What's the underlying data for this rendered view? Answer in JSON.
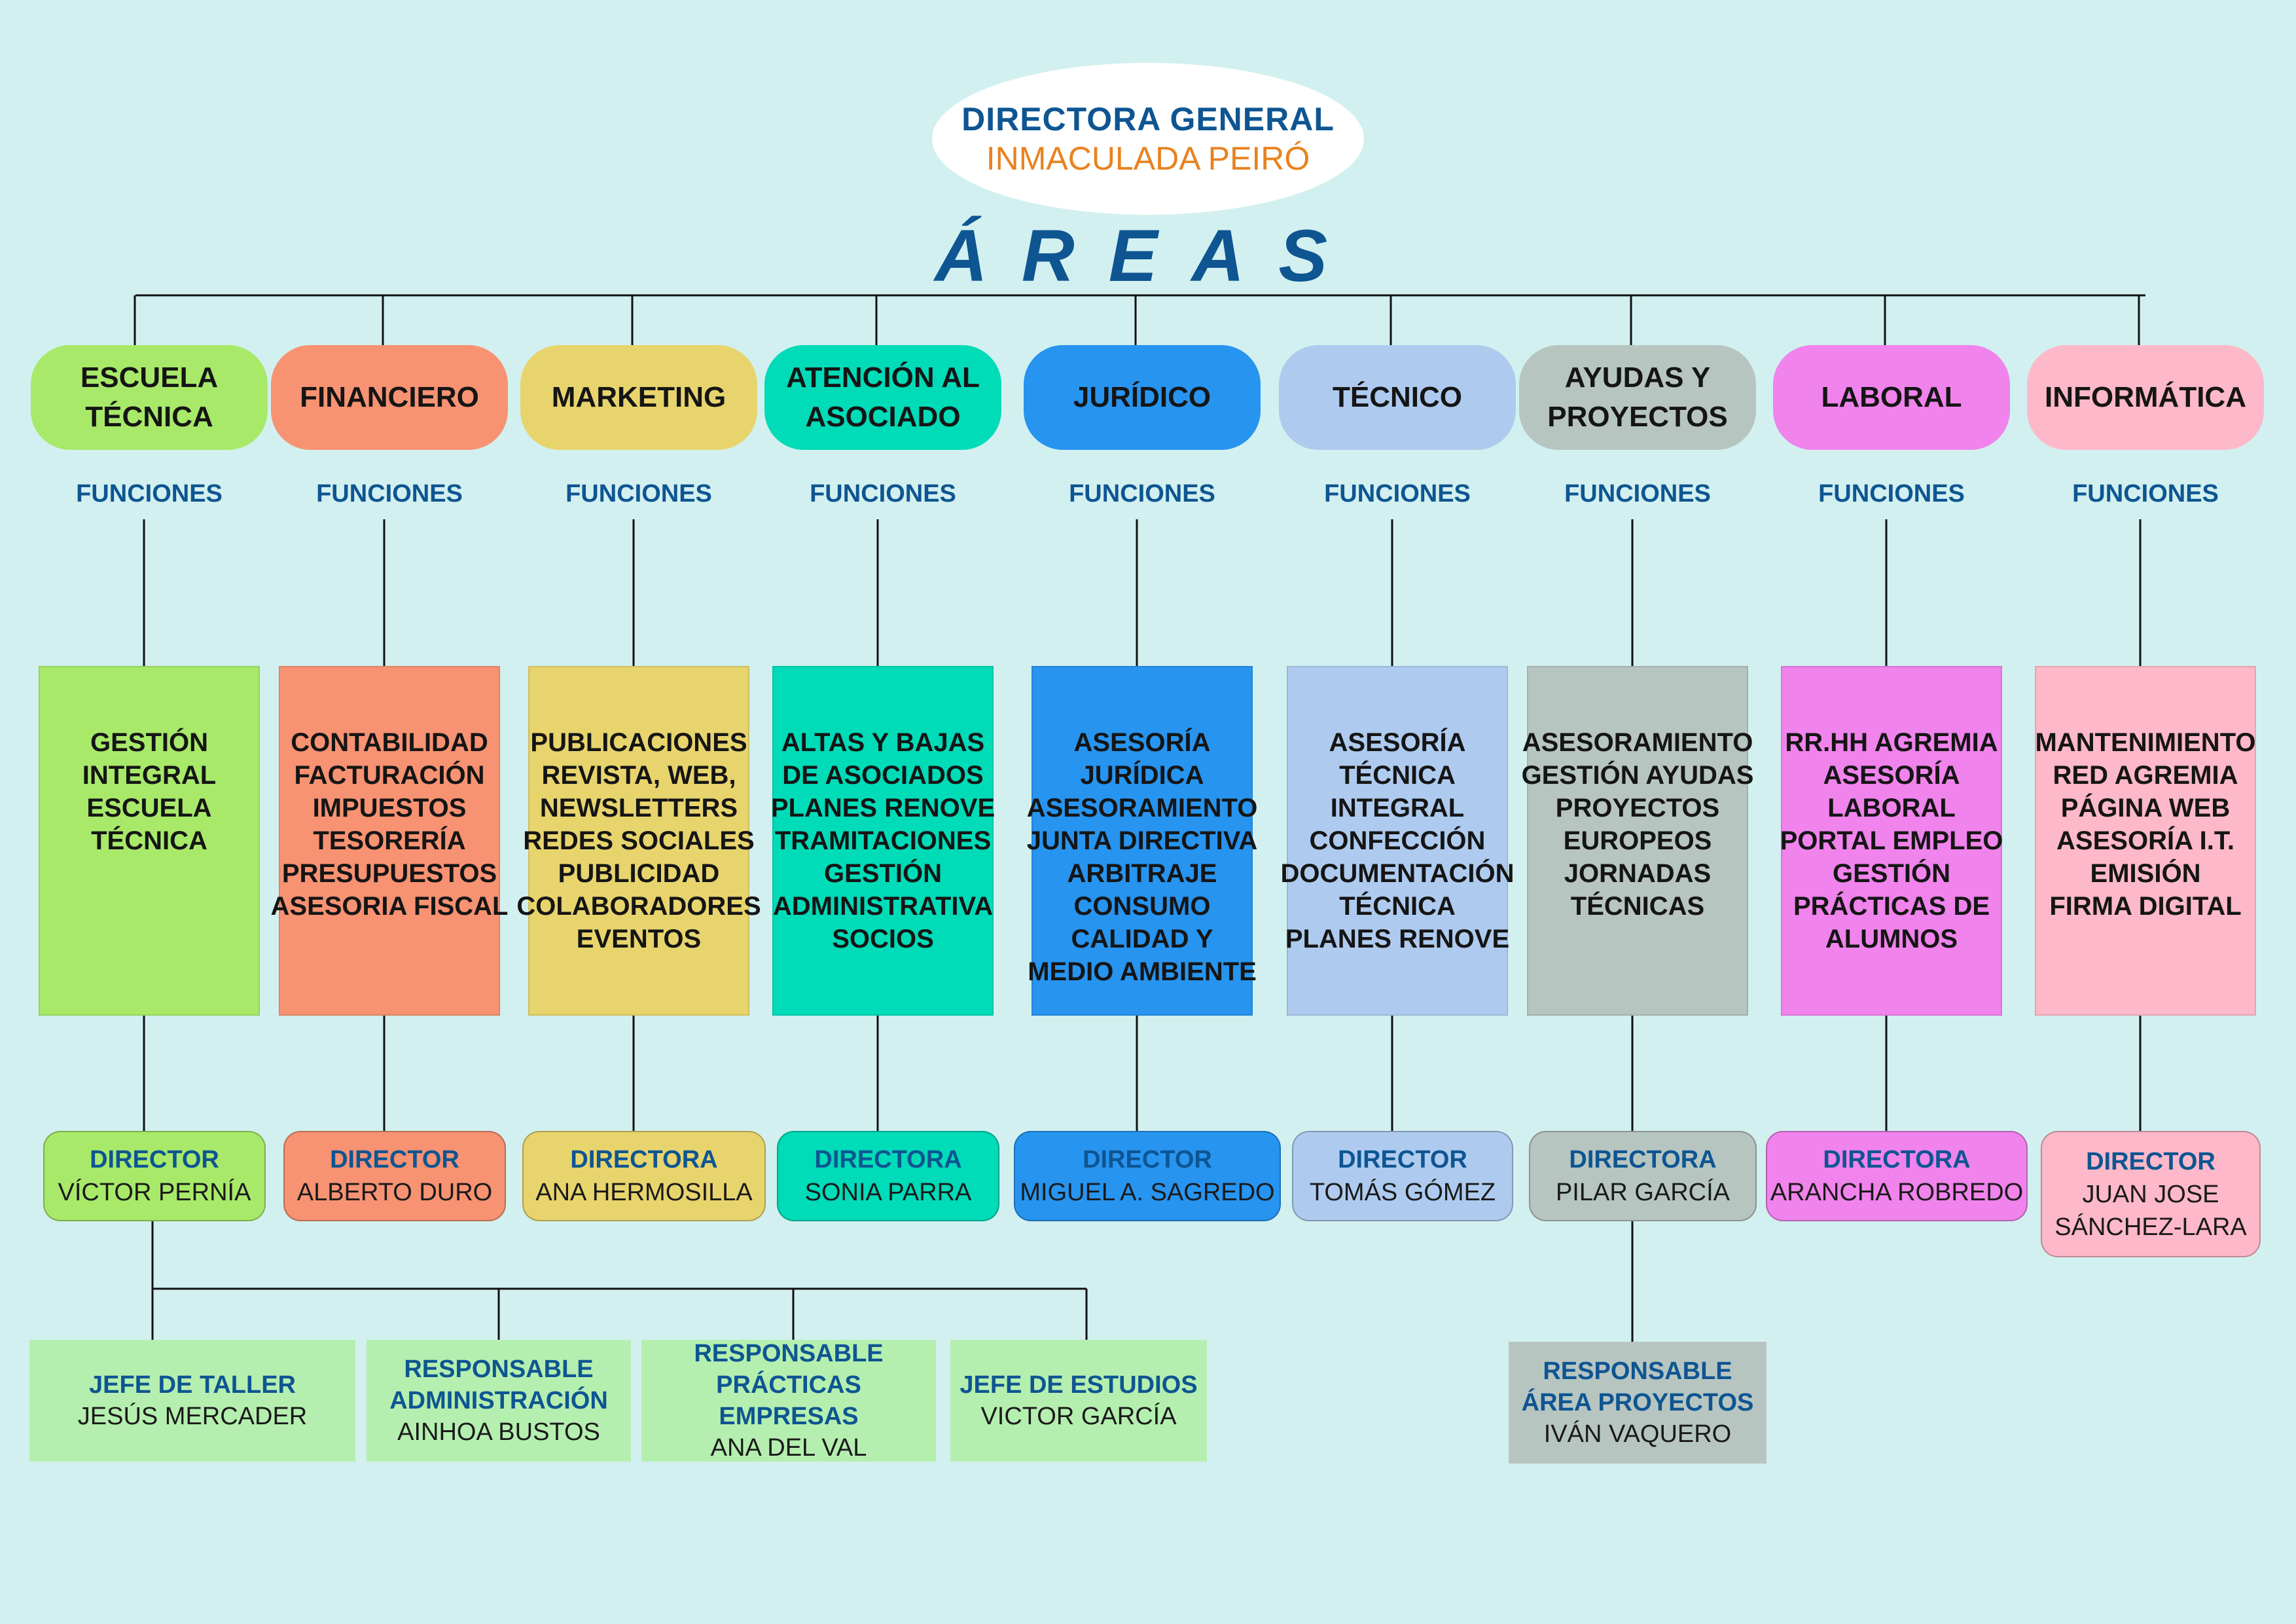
{
  "top": {
    "title": "DIRECTORA GENERAL",
    "name": "INMACULADA PEIRÓ",
    "areas_heading": "ÁREAS"
  },
  "areas": [
    {
      "name": "ESCUELA TÉCNICA",
      "color": "#a8e96a",
      "functions_label": "FUNCIONES",
      "functions": [
        "GESTIÓN",
        "INTEGRAL",
        "ESCUELA",
        "TÉCNICA"
      ],
      "director_role": "DIRECTOR",
      "director_name": "VÍCTOR PERNÍA"
    },
    {
      "name": "FINANCIERO",
      "color": "#f79272",
      "functions_label": "FUNCIONES",
      "functions": [
        "CONTABILIDAD",
        "FACTURACIÓN",
        "IMPUESTOS",
        "TESORERÍA",
        "PRESUPUESTOS",
        "ASESORIA FISCAL"
      ],
      "director_role": "DIRECTOR",
      "director_name": "ALBERTO DURO"
    },
    {
      "name": "MARKETING",
      "color": "#e8d46d",
      "functions_label": "FUNCIONES",
      "functions": [
        "PUBLICACIONES",
        "REVISTA, WEB,",
        "NEWSLETTERS",
        "REDES SOCIALES",
        "PUBLICIDAD",
        "COLABORADORES",
        "EVENTOS"
      ],
      "director_role": "DIRECTORA",
      "director_name": "ANA HERMOSILLA"
    },
    {
      "name": "ATENCIÓN AL ASOCIADO",
      "color": "#00dbb8",
      "functions_label": "FUNCIONES",
      "functions": [
        "ALTAS Y BAJAS",
        "DE ASOCIADOS",
        "PLANES RENOVE",
        "TRAMITACIONES",
        "GESTIÓN",
        "ADMINISTRATIVA",
        "SOCIOS"
      ],
      "director_role": "DIRECTORA",
      "director_name": "SONIA PARRA"
    },
    {
      "name": "JURÍDICO",
      "color": "#2794f0",
      "functions_label": "FUNCIONES",
      "functions": [
        "ASESORÍA",
        "JURÍDICA",
        "ASESORAMIENTO",
        "JUNTA DIRECTIVA",
        "ARBITRAJE",
        "CONSUMO",
        "CALIDAD Y",
        "MEDIO AMBIENTE"
      ],
      "director_role": "DIRECTOR",
      "director_name": "MIGUEL A. SAGREDO"
    },
    {
      "name": "TÉCNICO",
      "color": "#aecbef",
      "functions_label": "FUNCIONES",
      "functions": [
        "ASESORÍA",
        "TÉCNICA",
        "INTEGRAL",
        "CONFECCIÓN",
        "DOCUMENTACIÓN",
        "TÉCNICA",
        "PLANES RENOVE"
      ],
      "director_role": "DIRECTOR",
      "director_name": "TOMÁS GÓMEZ"
    },
    {
      "name": "AYUDAS Y PROYECTOS",
      "color": "#b7c5c1",
      "functions_label": "FUNCIONES",
      "functions": [
        "ASESORAMIENTO",
        "GESTIÓN AYUDAS",
        "PROYECTOS",
        "EUROPEOS",
        "JORNADAS",
        "TÉCNICAS"
      ],
      "director_role": "DIRECTORA",
      "director_name": "PILAR GARCÍA"
    },
    {
      "name": "LABORAL",
      "color": "#f083ec",
      "functions_label": "FUNCIONES",
      "functions": [
        "RR.HH AGREMIA",
        "ASESORÍA",
        "LABORAL",
        "PORTAL EMPLEO",
        "GESTIÓN",
        "PRÁCTICAS DE",
        "ALUMNOS"
      ],
      "director_role": "DIRECTORA",
      "director_name": "ARANCHA ROBREDO"
    },
    {
      "name": "INFORMÁTICA",
      "color": "#fdb8c9",
      "functions_label": "FUNCIONES",
      "functions": [
        "MANTENIMIENTO",
        "RED AGREMIA",
        "PÁGINA WEB",
        "ASESORÍA I.T.",
        "EMISIÓN",
        "FIRMA DIGITAL"
      ],
      "director_role": "DIRECTOR",
      "director_name": "JUAN JOSE SÁNCHEZ-LARA"
    }
  ],
  "sub_units": [
    {
      "role": "JEFE DE TALLER",
      "name": "JESÚS MERCADER",
      "color": "#b5efaf"
    },
    {
      "role": "RESPONSABLE ADMINISTRACIÓN",
      "name": "AINHOA BUSTOS",
      "color": "#b5efaf"
    },
    {
      "role": "RESPONSABLE PRÁCTICAS EMPRESAS",
      "name": "ANA DEL VAL",
      "color": "#b5efaf"
    },
    {
      "role": "JEFE DE ESTUDIOS",
      "name": "VICTOR GARCÍA",
      "color": "#b5efaf"
    },
    {
      "role": "RESPONSABLE ÁREA PROYECTOS",
      "name": "IVÁN VAQUERO",
      "color": "#b7c5c1"
    }
  ]
}
